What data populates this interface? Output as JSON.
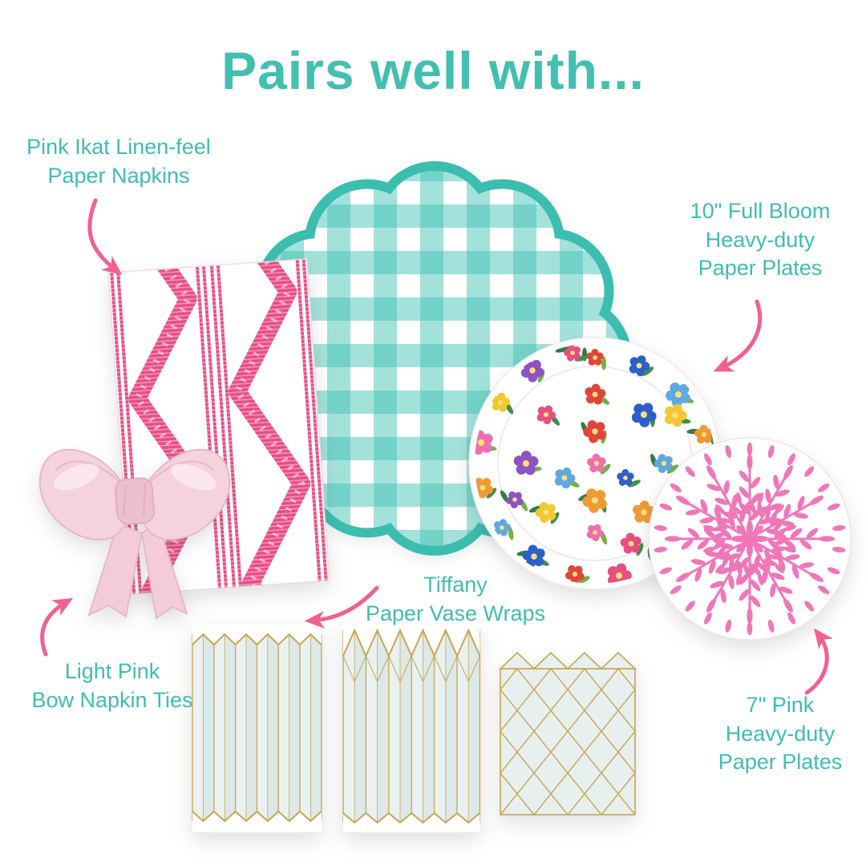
{
  "title": {
    "text": "Pairs well with..."
  },
  "labels": {
    "napkins": {
      "lines": [
        "Pink Ikat Linen-feel",
        "Paper Napkins"
      ]
    },
    "full_bloom": {
      "lines": [
        "10\" Full Bloom",
        "Heavy-duty",
        "Paper Plates"
      ]
    },
    "bow": {
      "lines": [
        "Light Pink",
        "Bow Napkin Ties"
      ]
    },
    "vase_wraps": {
      "lines": [
        "Tiffany",
        "Paper Vase Wraps"
      ]
    },
    "pink_plates": {
      "lines": [
        "7\" Pink",
        "Heavy-duty",
        "Paper Plates"
      ]
    }
  },
  "theme": {
    "title_teal": "#43BFB1",
    "label_teal": "#3FBDB0",
    "arrow_pink": "#F0618F",
    "gingham_teal": "#3FC1B4",
    "ikat_pink": "#E94D85",
    "medallion_plate_pink": "#EF77B9",
    "vase_gold": "#C9A553",
    "vase_blue": "#E7F0EF",
    "bow_pink": "#F5D3DD"
  }
}
